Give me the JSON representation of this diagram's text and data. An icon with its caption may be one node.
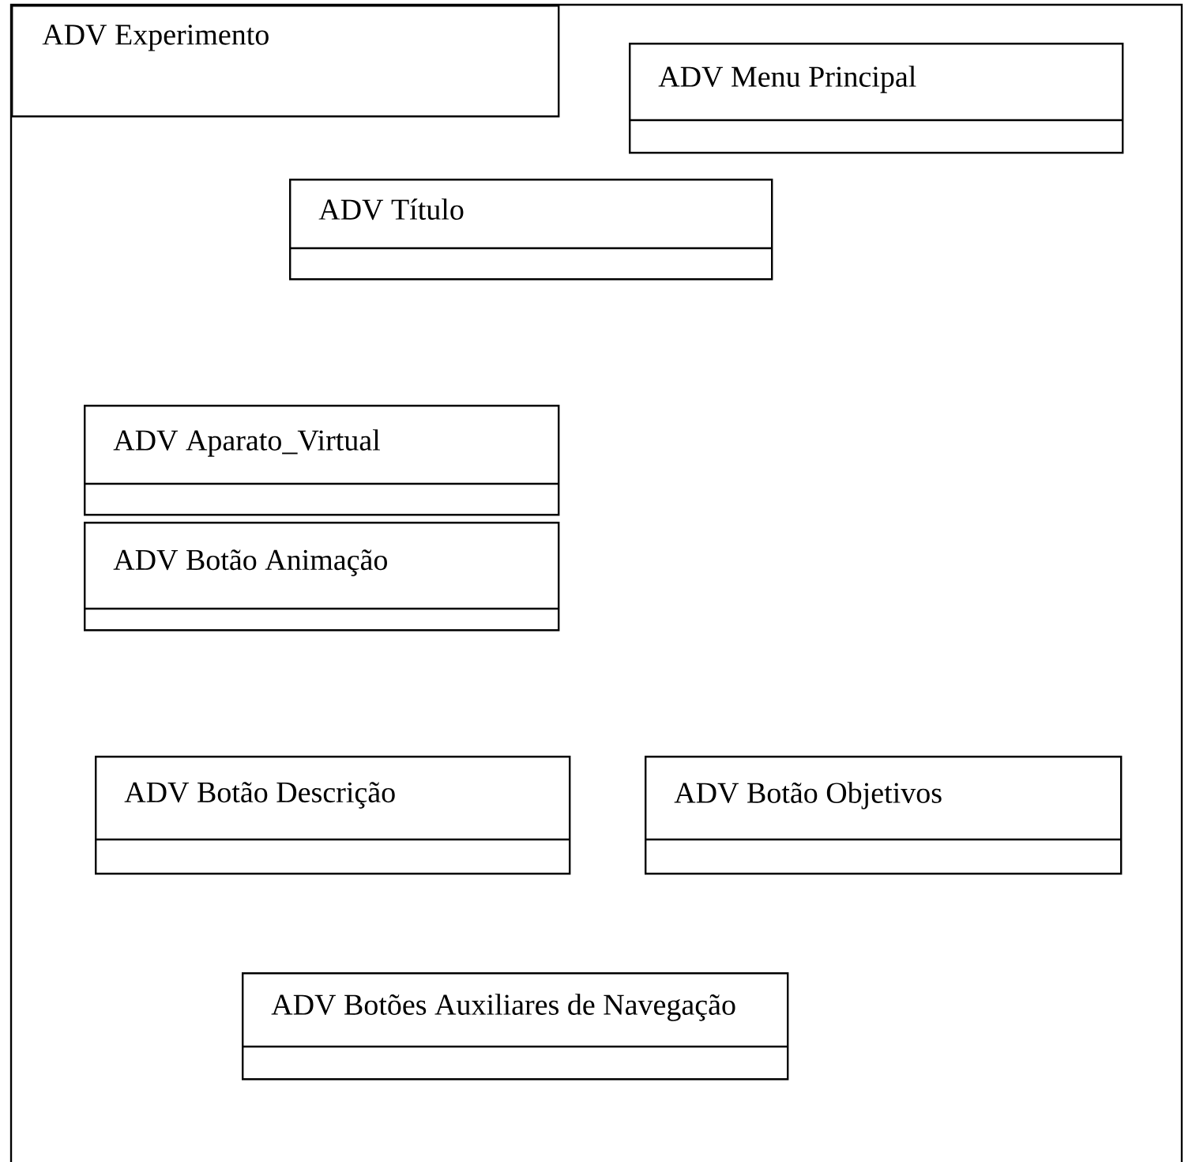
{
  "diagram": {
    "nodes": [
      {
        "text": [
          "ADV  Experimento"
        ]
      },
      {
        "text": [
          "ADV Menu Principal"
        ],
        "in": 0
      },
      {
        "text": [
          "ADV Título"
        ],
        "in": 0
      },
      {
        "text": [
          "ADV Aparato_Virtual"
        ],
        "in": 0
      },
      {
        "text": [
          "ADV Botão Animação"
        ],
        "in": 0
      },
      {
        "text": [
          "ADV Botão Descrição"
        ],
        "in": 0
      },
      {
        "text": [
          "ADV Botão Objetivos"
        ],
        "in": 0
      },
      {
        "text": [
          "ADV Botões Auxiliares de Navegação"
        ],
        "in": 0
      }
    ]
  }
}
